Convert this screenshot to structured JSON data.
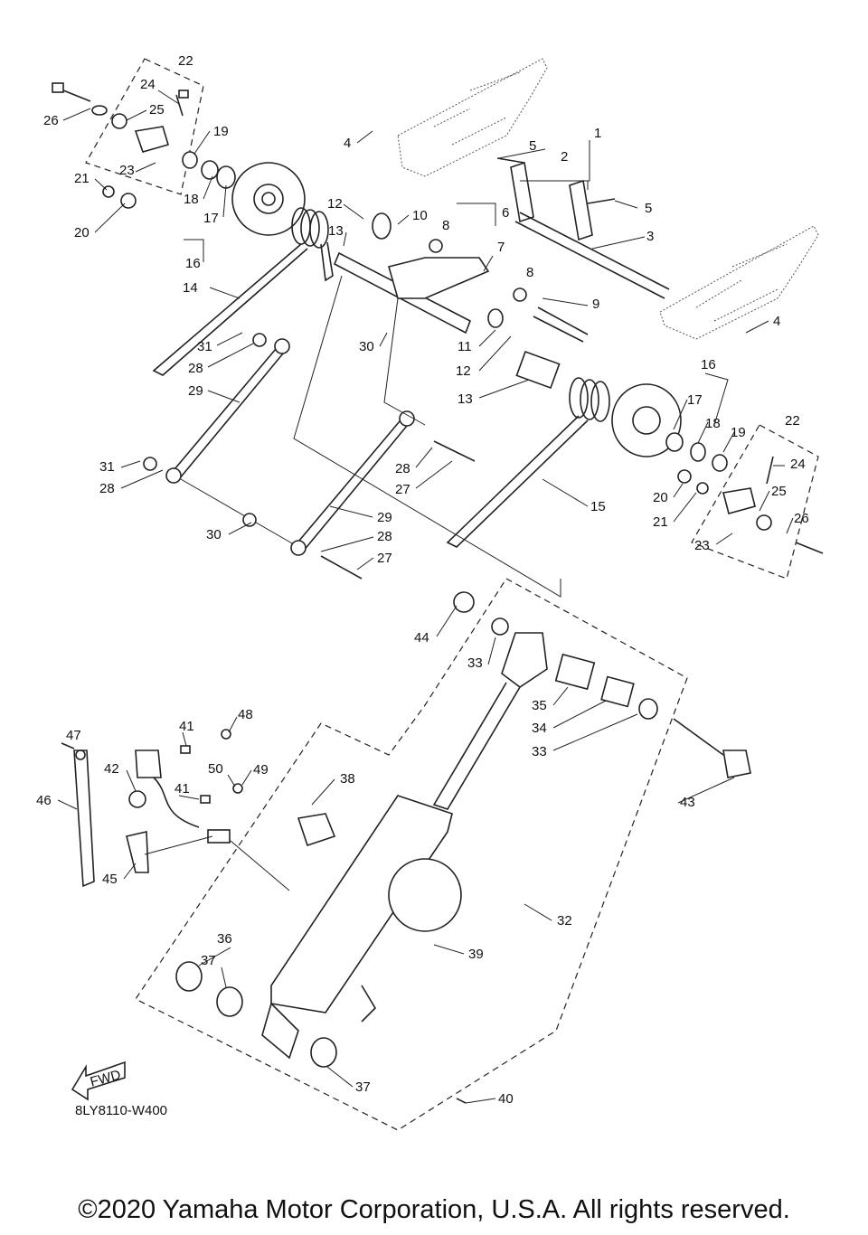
{
  "diagram_code": "8LY8110-W400",
  "fwd_label": "FWD",
  "copyright": "©2020 Yamaha Motor Corporation, U.S.A. All rights reserved.",
  "callouts": [
    {
      "id": "c22a",
      "text": "22"
    },
    {
      "id": "c24a",
      "text": "24"
    },
    {
      "id": "c25a",
      "text": "25"
    },
    {
      "id": "c26a",
      "text": "26"
    },
    {
      "id": "c19a",
      "text": "19"
    },
    {
      "id": "c23a",
      "text": "23"
    },
    {
      "id": "c18a",
      "text": "18"
    },
    {
      "id": "c17a",
      "text": "17"
    },
    {
      "id": "c21a",
      "text": "21"
    },
    {
      "id": "c20a",
      "text": "20"
    },
    {
      "id": "c16a",
      "text": "16"
    },
    {
      "id": "c4a",
      "text": "4"
    },
    {
      "id": "c1",
      "text": "1"
    },
    {
      "id": "c2",
      "text": "2"
    },
    {
      "id": "c5a",
      "text": "5"
    },
    {
      "id": "c5b",
      "text": "5"
    },
    {
      "id": "c3",
      "text": "3"
    },
    {
      "id": "c6",
      "text": "6"
    },
    {
      "id": "c7",
      "text": "7"
    },
    {
      "id": "c8a",
      "text": "8"
    },
    {
      "id": "c8b",
      "text": "8"
    },
    {
      "id": "c9",
      "text": "9"
    },
    {
      "id": "c10",
      "text": "10"
    },
    {
      "id": "c12a",
      "text": "12"
    },
    {
      "id": "c13a",
      "text": "13"
    },
    {
      "id": "c4b",
      "text": "4"
    },
    {
      "id": "c14",
      "text": "14"
    },
    {
      "id": "c11",
      "text": "11"
    },
    {
      "id": "c12b",
      "text": "12"
    },
    {
      "id": "c13b",
      "text": "13"
    },
    {
      "id": "c30a",
      "text": "30"
    },
    {
      "id": "c31a",
      "text": "31"
    },
    {
      "id": "c28a",
      "text": "28"
    },
    {
      "id": "c29a",
      "text": "29"
    },
    {
      "id": "c16b",
      "text": "16"
    },
    {
      "id": "c17b",
      "text": "17"
    },
    {
      "id": "c18b",
      "text": "18"
    },
    {
      "id": "c19b",
      "text": "19"
    },
    {
      "id": "c22b",
      "text": "22"
    },
    {
      "id": "c24b",
      "text": "24"
    },
    {
      "id": "c25b",
      "text": "25"
    },
    {
      "id": "c20b",
      "text": "20"
    },
    {
      "id": "c21b",
      "text": "21"
    },
    {
      "id": "c26b",
      "text": "26"
    },
    {
      "id": "c23b",
      "text": "23"
    },
    {
      "id": "c15",
      "text": "15"
    },
    {
      "id": "c31b",
      "text": "31"
    },
    {
      "id": "c28b",
      "text": "28"
    },
    {
      "id": "c28c",
      "text": "28"
    },
    {
      "id": "c27a",
      "text": "27"
    },
    {
      "id": "c29b",
      "text": "29"
    },
    {
      "id": "c30b",
      "text": "30"
    },
    {
      "id": "c28d",
      "text": "28"
    },
    {
      "id": "c27b",
      "text": "27"
    },
    {
      "id": "c44",
      "text": "44"
    },
    {
      "id": "c33a",
      "text": "33"
    },
    {
      "id": "c35",
      "text": "35"
    },
    {
      "id": "c34",
      "text": "34"
    },
    {
      "id": "c33b",
      "text": "33"
    },
    {
      "id": "c48",
      "text": "48"
    },
    {
      "id": "c47",
      "text": "47"
    },
    {
      "id": "c41a",
      "text": "41"
    },
    {
      "id": "c42",
      "text": "42"
    },
    {
      "id": "c50",
      "text": "50"
    },
    {
      "id": "c49",
      "text": "49"
    },
    {
      "id": "c41b",
      "text": "41"
    },
    {
      "id": "c46",
      "text": "46"
    },
    {
      "id": "c38",
      "text": "38"
    },
    {
      "id": "c43",
      "text": "43"
    },
    {
      "id": "c45",
      "text": "45"
    },
    {
      "id": "c32",
      "text": "32"
    },
    {
      "id": "c36",
      "text": "36"
    },
    {
      "id": "c37a",
      "text": "37"
    },
    {
      "id": "c39",
      "text": "39"
    },
    {
      "id": "c37b",
      "text": "37"
    },
    {
      "id": "c40",
      "text": "40"
    }
  ]
}
